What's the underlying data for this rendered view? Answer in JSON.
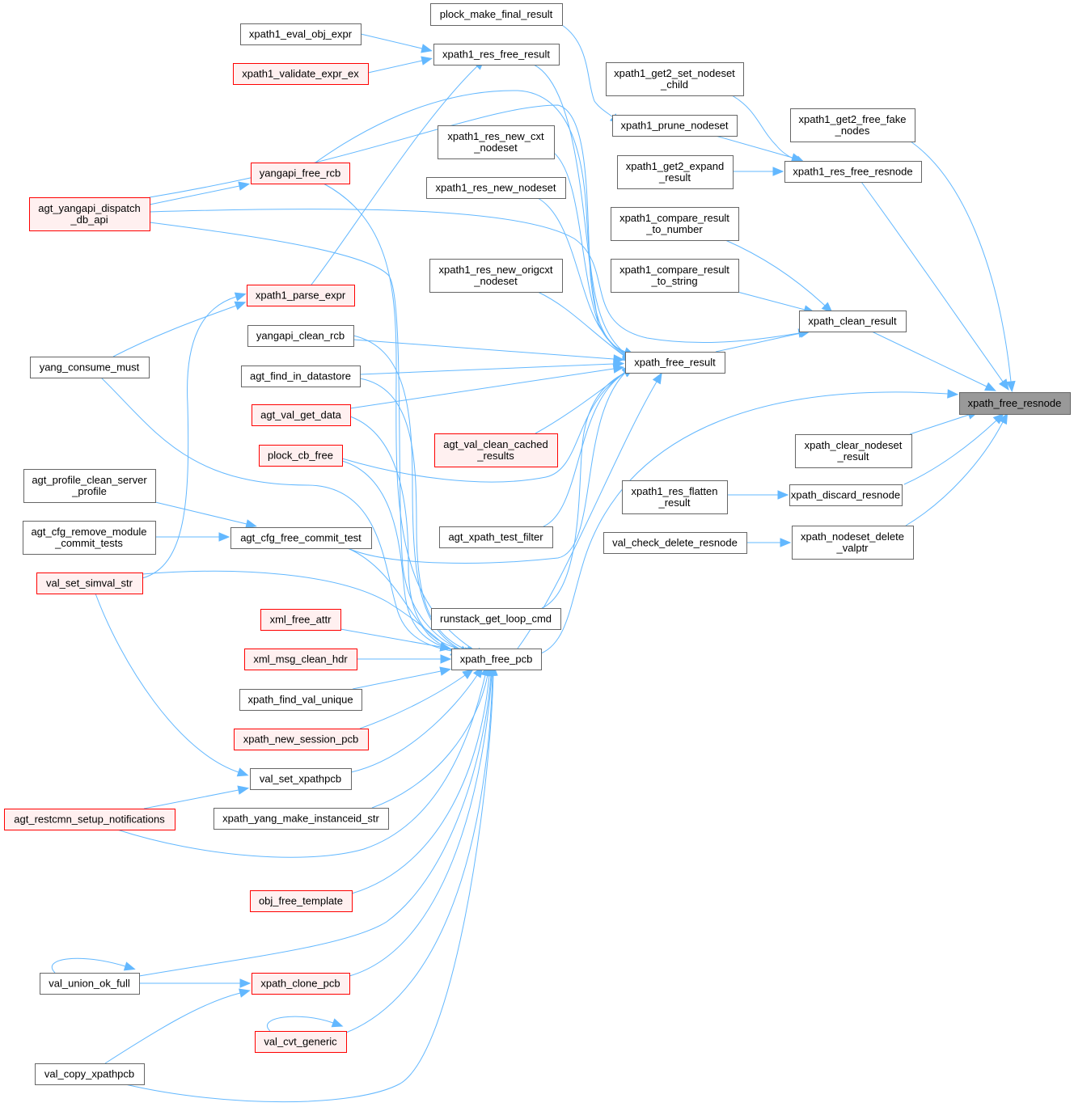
{
  "title": "xpath_free_resnode call graph",
  "colors": {
    "edge": "#63b8ff",
    "focus_fill": "#999999",
    "red_border": "#ff0000",
    "red_fill": "#fff0f0",
    "normal_border": "#666666"
  },
  "nodes": [
    {
      "id": "xpath_free_resnode",
      "lines": [
        "xpath_free_resnode"
      ],
      "style": "focus"
    },
    {
      "id": "plock_make_final_result",
      "lines": [
        "plock_make_final_result"
      ],
      "style": "normal"
    },
    {
      "id": "xpath1_eval_obj_expr",
      "lines": [
        "xpath1_eval_obj_expr"
      ],
      "style": "normal"
    },
    {
      "id": "xpath1_res_free_result",
      "lines": [
        "xpath1_res_free_result"
      ],
      "style": "normal"
    },
    {
      "id": "xpath1_validate_expr_ex",
      "lines": [
        "xpath1_validate_expr_ex"
      ],
      "style": "red"
    },
    {
      "id": "xpath1_get2_set_nodeset_child",
      "lines": [
        "xpath1_get2_set_nodeset",
        "_child"
      ],
      "style": "normal"
    },
    {
      "id": "xpath1_get2_free_fake_nodes",
      "lines": [
        "xpath1_get2_free_fake",
        "_nodes"
      ],
      "style": "normal"
    },
    {
      "id": "xpath1_prune_nodeset",
      "lines": [
        "xpath1_prune_nodeset"
      ],
      "style": "normal"
    },
    {
      "id": "xpath1_res_new_cxt_nodeset",
      "lines": [
        "xpath1_res_new_cxt",
        "_nodeset"
      ],
      "style": "normal"
    },
    {
      "id": "xpath1_get2_expand_result",
      "lines": [
        "xpath1_get2_expand",
        "_result"
      ],
      "style": "normal"
    },
    {
      "id": "xpath1_res_free_resnode",
      "lines": [
        "xpath1_res_free_resnode"
      ],
      "style": "normal"
    },
    {
      "id": "yangapi_free_rcb",
      "lines": [
        "yangapi_free_rcb"
      ],
      "style": "red"
    },
    {
      "id": "xpath1_res_new_nodeset",
      "lines": [
        "xpath1_res_new_nodeset"
      ],
      "style": "normal"
    },
    {
      "id": "agt_yangapi_dispatch_db_api",
      "lines": [
        "agt_yangapi_dispatch",
        "_db_api"
      ],
      "style": "red"
    },
    {
      "id": "xpath1_compare_result_to_number",
      "lines": [
        "xpath1_compare_result",
        "_to_number"
      ],
      "style": "normal"
    },
    {
      "id": "xpath1_res_new_origcxt_nodeset",
      "lines": [
        "xpath1_res_new_origcxt",
        "_nodeset"
      ],
      "style": "normal"
    },
    {
      "id": "xpath1_compare_result_to_string",
      "lines": [
        "xpath1_compare_result",
        "_to_string"
      ],
      "style": "normal"
    },
    {
      "id": "xpath1_parse_expr",
      "lines": [
        "xpath1_parse_expr"
      ],
      "style": "red"
    },
    {
      "id": "xpath_clean_result",
      "lines": [
        "xpath_clean_result"
      ],
      "style": "normal"
    },
    {
      "id": "yangapi_clean_rcb",
      "lines": [
        "yangapi_clean_rcb"
      ],
      "style": "normal"
    },
    {
      "id": "xpath_free_result",
      "lines": [
        "xpath_free_result"
      ],
      "style": "normal"
    },
    {
      "id": "yang_consume_must",
      "lines": [
        "yang_consume_must"
      ],
      "style": "normal"
    },
    {
      "id": "agt_find_in_datastore",
      "lines": [
        "agt_find_in_datastore"
      ],
      "style": "normal"
    },
    {
      "id": "agt_val_get_data",
      "lines": [
        "agt_val_get_data"
      ],
      "style": "red"
    },
    {
      "id": "agt_val_clean_cached_results",
      "lines": [
        "agt_val_clean_cached",
        "_results"
      ],
      "style": "red"
    },
    {
      "id": "xpath_clear_nodeset_result",
      "lines": [
        "xpath_clear_nodeset",
        "_result"
      ],
      "style": "normal"
    },
    {
      "id": "plock_cb_free",
      "lines": [
        "plock_cb_free"
      ],
      "style": "red"
    },
    {
      "id": "agt_profile_clean_server_profile",
      "lines": [
        "agt_profile_clean_server",
        "_profile"
      ],
      "style": "normal"
    },
    {
      "id": "xpath1_res_flatten_result",
      "lines": [
        "xpath1_res_flatten",
        "_result"
      ],
      "style": "normal"
    },
    {
      "id": "xpath_discard_resnode",
      "lines": [
        "xpath_discard_resnode"
      ],
      "style": "normal"
    },
    {
      "id": "agt_cfg_remove_module_commit_tests",
      "lines": [
        "agt_cfg_remove_module",
        "_commit_tests"
      ],
      "style": "normal"
    },
    {
      "id": "agt_cfg_free_commit_test",
      "lines": [
        "agt_cfg_free_commit_test"
      ],
      "style": "normal"
    },
    {
      "id": "agt_xpath_test_filter",
      "lines": [
        "agt_xpath_test_filter"
      ],
      "style": "normal"
    },
    {
      "id": "val_check_delete_resnode",
      "lines": [
        "val_check_delete_resnode"
      ],
      "style": "normal"
    },
    {
      "id": "xpath_nodeset_delete_valptr",
      "lines": [
        "xpath_nodeset_delete",
        "_valptr"
      ],
      "style": "normal"
    },
    {
      "id": "val_set_simval_str",
      "lines": [
        "val_set_simval_str"
      ],
      "style": "red"
    },
    {
      "id": "xml_free_attr",
      "lines": [
        "xml_free_attr"
      ],
      "style": "red"
    },
    {
      "id": "runstack_get_loop_cmd",
      "lines": [
        "runstack_get_loop_cmd"
      ],
      "style": "normal"
    },
    {
      "id": "xml_msg_clean_hdr",
      "lines": [
        "xml_msg_clean_hdr"
      ],
      "style": "red"
    },
    {
      "id": "xpath_free_pcb",
      "lines": [
        "xpath_free_pcb"
      ],
      "style": "normal"
    },
    {
      "id": "xpath_find_val_unique",
      "lines": [
        "xpath_find_val_unique"
      ],
      "style": "normal"
    },
    {
      "id": "xpath_new_session_pcb",
      "lines": [
        "xpath_new_session_pcb"
      ],
      "style": "red"
    },
    {
      "id": "val_set_xpathpcb",
      "lines": [
        "val_set_xpathpcb"
      ],
      "style": "normal"
    },
    {
      "id": "agt_restcmn_setup_notifications",
      "lines": [
        "agt_restcmn_setup_notifications"
      ],
      "style": "red"
    },
    {
      "id": "xpath_yang_make_instanceid_str",
      "lines": [
        "xpath_yang_make_instanceid_str"
      ],
      "style": "normal"
    },
    {
      "id": "obj_free_template",
      "lines": [
        "obj_free_template"
      ],
      "style": "red"
    },
    {
      "id": "val_union_ok_full",
      "lines": [
        "val_union_ok_full"
      ],
      "style": "normal"
    },
    {
      "id": "xpath_clone_pcb",
      "lines": [
        "xpath_clone_pcb"
      ],
      "style": "red"
    },
    {
      "id": "val_cvt_generic",
      "lines": [
        "val_cvt_generic"
      ],
      "style": "red"
    },
    {
      "id": "val_copy_xpathpcb",
      "lines": [
        "val_copy_xpathpcb"
      ],
      "style": "normal"
    }
  ],
  "edges": [
    {
      "from": "xpath1_res_free_resnode",
      "to": "xpath_free_resnode"
    },
    {
      "from": "xpath1_get2_free_fake_nodes",
      "to": "xpath_free_resnode"
    },
    {
      "from": "xpath_clean_result",
      "to": "xpath_free_resnode"
    },
    {
      "from": "xpath_free_pcb",
      "to": "xpath_free_resnode"
    },
    {
      "from": "xpath_clear_nodeset_result",
      "to": "xpath_free_resnode"
    },
    {
      "from": "xpath_discard_resnode",
      "to": "xpath_free_resnode"
    },
    {
      "from": "xpath_nodeset_delete_valptr",
      "to": "xpath_free_resnode"
    },
    {
      "from": "xpath_free_result",
      "to": "xpath_clean_result"
    },
    {
      "from": "agt_yangapi_dispatch_db_api",
      "to": "xpath_clean_result"
    },
    {
      "from": "xpath1_compare_result_to_number",
      "to": "xpath_clean_result"
    },
    {
      "from": "xpath1_compare_result_to_string",
      "to": "xpath_clean_result"
    },
    {
      "from": "xpath1_prune_nodeset",
      "to": "xpath1_res_free_resnode"
    },
    {
      "from": "xpath1_get2_set_nodeset_child",
      "to": "xpath1_res_free_resnode"
    },
    {
      "from": "xpath1_get2_expand_result",
      "to": "xpath1_res_free_resnode"
    },
    {
      "from": "plock_make_final_result",
      "to": "xpath1_prune_nodeset"
    },
    {
      "from": "xpath1_res_flatten_result",
      "to": "xpath_discard_resnode"
    },
    {
      "from": "val_check_delete_resnode",
      "to": "xpath_nodeset_delete_valptr"
    },
    {
      "from": "xpath1_eval_obj_expr",
      "to": "xpath1_res_free_result"
    },
    {
      "from": "xpath1_validate_expr_ex",
      "to": "xpath1_res_free_result"
    },
    {
      "from": "xpath1_parse_expr",
      "to": "xpath1_res_free_result"
    },
    {
      "from": "xpath1_res_free_result",
      "to": "xpath_free_result"
    },
    {
      "from": "xpath1_res_new_cxt_nodeset",
      "to": "xpath_free_result"
    },
    {
      "from": "xpath1_res_new_nodeset",
      "to": "xpath_free_result"
    },
    {
      "from": "xpath1_res_new_origcxt_nodeset",
      "to": "xpath_free_result"
    },
    {
      "from": "yangapi_free_rcb",
      "to": "xpath_free_result"
    },
    {
      "from": "agt_yangapi_dispatch_db_api",
      "to": "xpath_free_result"
    },
    {
      "from": "yangapi_clean_rcb",
      "to": "xpath_free_result"
    },
    {
      "from": "agt_find_in_datastore",
      "to": "xpath_free_result"
    },
    {
      "from": "agt_val_get_data",
      "to": "xpath_free_result"
    },
    {
      "from": "agt_val_clean_cached_results",
      "to": "xpath_free_result"
    },
    {
      "from": "plock_cb_free",
      "to": "xpath_free_result"
    },
    {
      "from": "agt_xpath_test_filter",
      "to": "xpath_free_result"
    },
    {
      "from": "agt_cfg_free_commit_test",
      "to": "xpath_free_result"
    },
    {
      "from": "runstack_get_loop_cmd",
      "to": "xpath_free_result"
    },
    {
      "from": "xpath_free_pcb",
      "to": "xpath_free_result"
    },
    {
      "from": "agt_yangapi_dispatch_db_api",
      "to": "yangapi_free_rcb"
    },
    {
      "from": "yang_consume_must",
      "to": "xpath1_parse_expr"
    },
    {
      "from": "val_set_simval_str",
      "to": "xpath1_parse_expr"
    },
    {
      "from": "agt_profile_clean_server_profile",
      "to": "agt_cfg_free_commit_test"
    },
    {
      "from": "agt_cfg_remove_module_commit_tests",
      "to": "agt_cfg_free_commit_test"
    },
    {
      "from": "yangapi_free_rcb",
      "to": "xpath_free_pcb"
    },
    {
      "from": "agt_yangapi_dispatch_db_api",
      "to": "xpath_free_pcb"
    },
    {
      "from": "yangapi_clean_rcb",
      "to": "xpath_free_pcb"
    },
    {
      "from": "agt_find_in_datastore",
      "to": "xpath_free_pcb"
    },
    {
      "from": "agt_val_get_data",
      "to": "xpath_free_pcb"
    },
    {
      "from": "plock_cb_free",
      "to": "xpath_free_pcb"
    },
    {
      "from": "yang_consume_must",
      "to": "xpath_free_pcb"
    },
    {
      "from": "agt_cfg_free_commit_test",
      "to": "xpath_free_pcb"
    },
    {
      "from": "val_set_simval_str",
      "to": "xpath_free_pcb"
    },
    {
      "from": "xml_free_attr",
      "to": "xpath_free_pcb"
    },
    {
      "from": "xml_msg_clean_hdr",
      "to": "xpath_free_pcb"
    },
    {
      "from": "xpath_find_val_unique",
      "to": "xpath_free_pcb"
    },
    {
      "from": "xpath_new_session_pcb",
      "to": "xpath_free_pcb"
    },
    {
      "from": "val_set_xpathpcb",
      "to": "xpath_free_pcb"
    },
    {
      "from": "agt_restcmn_setup_notifications",
      "to": "xpath_free_pcb"
    },
    {
      "from": "xpath_yang_make_instanceid_str",
      "to": "xpath_free_pcb"
    },
    {
      "from": "obj_free_template",
      "to": "xpath_free_pcb"
    },
    {
      "from": "val_union_ok_full",
      "to": "xpath_free_pcb"
    },
    {
      "from": "xpath_clone_pcb",
      "to": "xpath_free_pcb"
    },
    {
      "from": "val_cvt_generic",
      "to": "xpath_free_pcb"
    },
    {
      "from": "val_copy_xpathpcb",
      "to": "xpath_free_pcb"
    },
    {
      "from": "val_set_simval_str",
      "to": "val_set_xpathpcb"
    },
    {
      "from": "agt_restcmn_setup_notifications",
      "to": "val_set_xpathpcb"
    },
    {
      "from": "val_union_ok_full",
      "to": "xpath_clone_pcb"
    },
    {
      "from": "val_copy_xpathpcb",
      "to": "xpath_clone_pcb"
    },
    {
      "from": "val_union_ok_full",
      "to": "val_union_ok_full"
    },
    {
      "from": "val_cvt_generic",
      "to": "val_cvt_generic"
    }
  ]
}
